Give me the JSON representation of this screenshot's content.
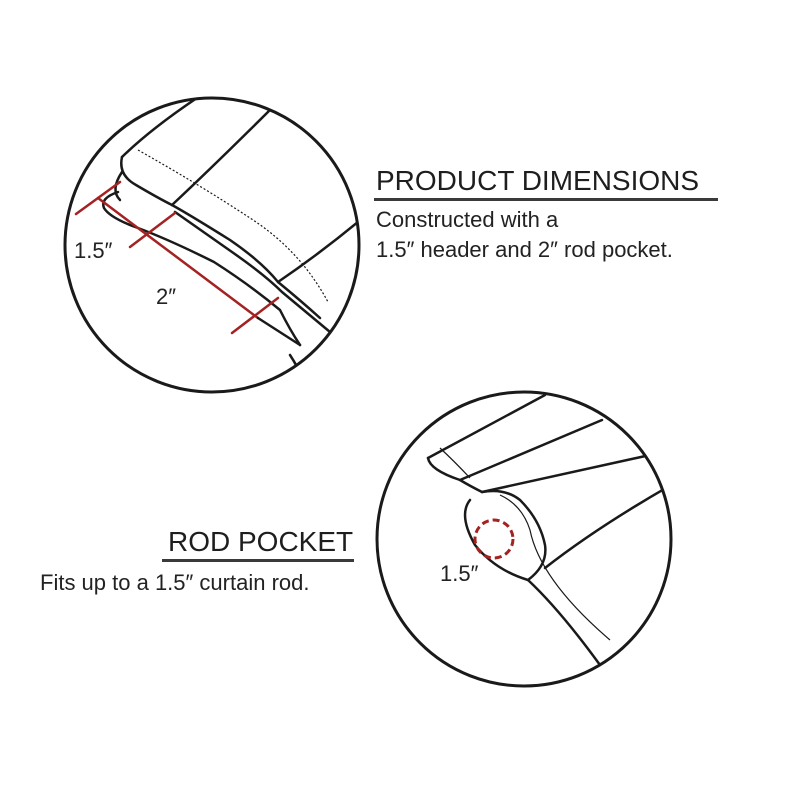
{
  "colors": {
    "outline": "#1a1a1a",
    "dimension_red": "#a32222",
    "text": "#222222"
  },
  "product_dimensions": {
    "title": "PRODUCT DIMENSIONS",
    "line1": "Constructed with a",
    "line2": "1.5″ header and 2″ rod pocket.",
    "header_dim_label": "1.5″",
    "pocket_dim_label": "2″"
  },
  "rod_pocket": {
    "title": "ROD POCKET",
    "line1": "Fits up to a 1.5″ curtain rod.",
    "rod_dim_label": "1.5″"
  }
}
